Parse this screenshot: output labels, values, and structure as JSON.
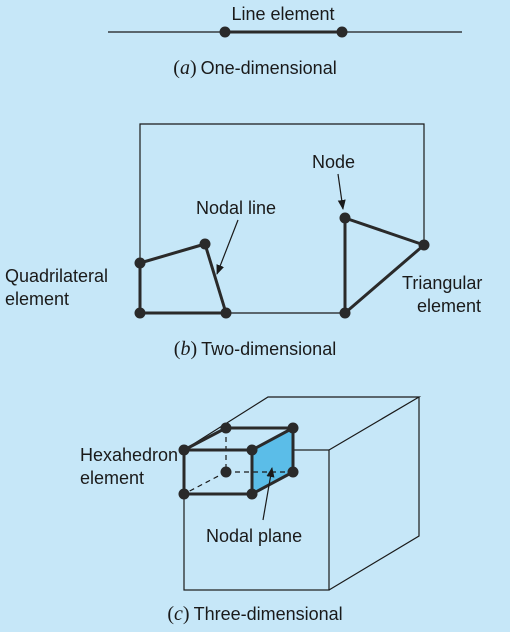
{
  "panel_a": {
    "element_label": "Line element",
    "caption_letter": "a",
    "caption_text": "One-dimensional"
  },
  "panel_b": {
    "quad_label_line1": "Quadrilateral",
    "quad_label_line2": "element",
    "nodal_line_label": "Nodal line",
    "node_label": "Node",
    "tri_label_line1": "Triangular",
    "tri_label_line2": "element",
    "caption_letter": "b",
    "caption_text": "Two-dimensional"
  },
  "panel_c": {
    "hex_label_line1": "Hexahedron",
    "hex_label_line2": "element",
    "nodal_plane_label": "Nodal plane",
    "caption_letter": "c",
    "caption_text": "Three-dimensional"
  },
  "colors": {
    "background": "#c6e7f8",
    "nodal_plane_fill": "#5bbde8",
    "line": "#2a2a2a"
  }
}
